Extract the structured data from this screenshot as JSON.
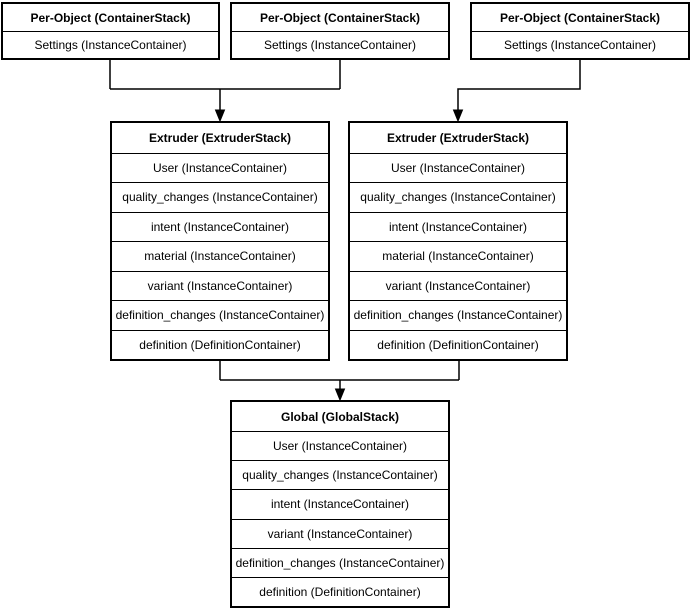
{
  "colors": {
    "background": "#ffffff",
    "box_fill": "#ffffff",
    "border": "#000000",
    "text": "#000000",
    "connector": "#000000"
  },
  "stacks": {
    "per_object_1": {
      "title": "Per-Object (ContainerStack)",
      "rows": [
        "Settings (InstanceContainer)"
      ]
    },
    "per_object_2": {
      "title": "Per-Object (ContainerStack)",
      "rows": [
        "Settings (InstanceContainer)"
      ]
    },
    "per_object_3": {
      "title": "Per-Object (ContainerStack)",
      "rows": [
        "Settings (InstanceContainer)"
      ]
    },
    "extruder_1": {
      "title": "Extruder (ExtruderStack)",
      "rows": [
        "User (InstanceContainer)",
        "quality_changes (InstanceContainer)",
        "intent (InstanceContainer)",
        "material (InstanceContainer)",
        "variant (InstanceContainer)",
        "definition_changes (InstanceContainer)",
        "definition (DefinitionContainer)"
      ]
    },
    "extruder_2": {
      "title": "Extruder (ExtruderStack)",
      "rows": [
        "User (InstanceContainer)",
        "quality_changes (InstanceContainer)",
        "intent (InstanceContainer)",
        "material (InstanceContainer)",
        "variant (InstanceContainer)",
        "definition_changes (InstanceContainer)",
        "definition (DefinitionContainer)"
      ]
    },
    "global": {
      "title": "Global (GlobalStack)",
      "rows": [
        "User (InstanceContainer)",
        "quality_changes (InstanceContainer)",
        "intent (InstanceContainer)",
        "variant (InstanceContainer)",
        "definition_changes (InstanceContainer)",
        "definition (DefinitionContainer)"
      ]
    }
  }
}
